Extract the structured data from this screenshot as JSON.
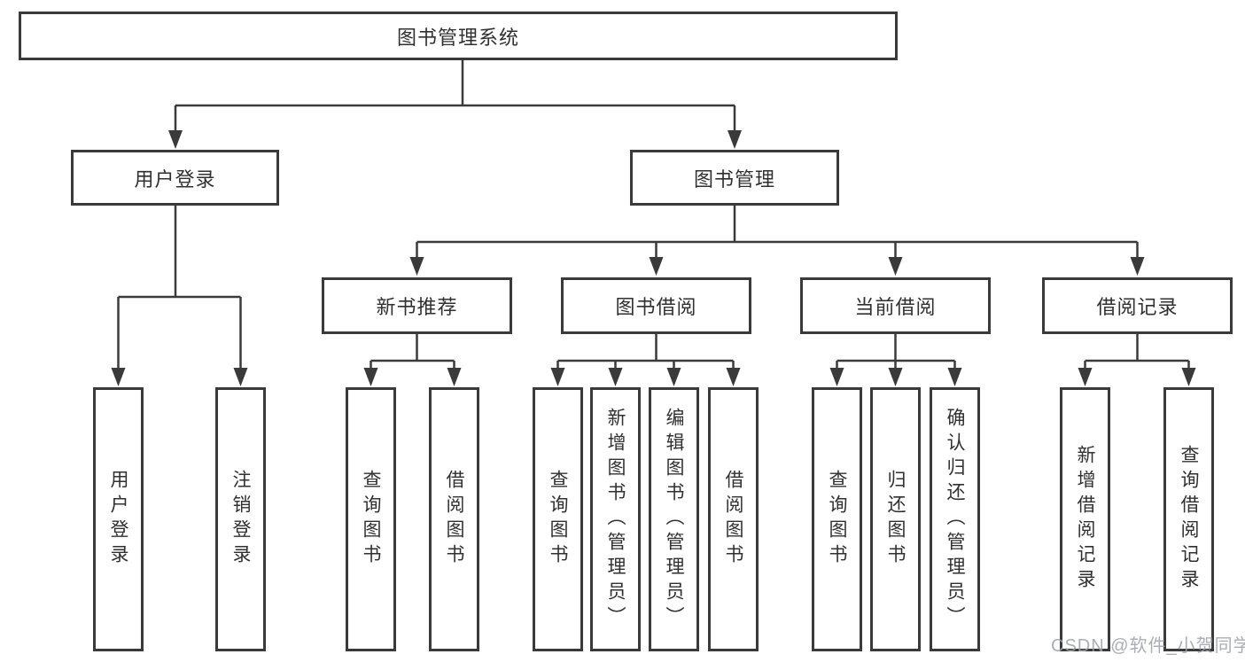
{
  "colors": {
    "line": "#3a3a3a",
    "box_border": "#3a3a3a",
    "box_fill": "#ffffff",
    "text": "#303030",
    "background": "#ffffff",
    "watermark": "#9ea2a8"
  },
  "watermark": {
    "text": "CSDN @软件_小贺同学"
  },
  "tree": {
    "root": {
      "label": "图书管理系统",
      "children": [
        {
          "label": "用户登录",
          "children": [
            {
              "label": "用户登录"
            },
            {
              "label": "注销登录"
            }
          ]
        },
        {
          "label": "图书管理",
          "children": [
            {
              "label": "新书推荐",
              "children": [
                {
                  "label": "查询图书"
                },
                {
                  "label": "借阅图书"
                }
              ]
            },
            {
              "label": "图书借阅",
              "children": [
                {
                  "label": "查询图书"
                },
                {
                  "label": "新增图书（管理员）"
                },
                {
                  "label": "编辑图书（管理员）"
                },
                {
                  "label": "借阅图书"
                }
              ]
            },
            {
              "label": "当前借阅",
              "children": [
                {
                  "label": "查询图书"
                },
                {
                  "label": "归还图书"
                },
                {
                  "label": "确认归还（管理员）"
                }
              ]
            },
            {
              "label": "借阅记录",
              "children": [
                {
                  "label": "新增借阅记录"
                },
                {
                  "label": "查询借阅记录"
                }
              ]
            }
          ]
        }
      ]
    }
  }
}
